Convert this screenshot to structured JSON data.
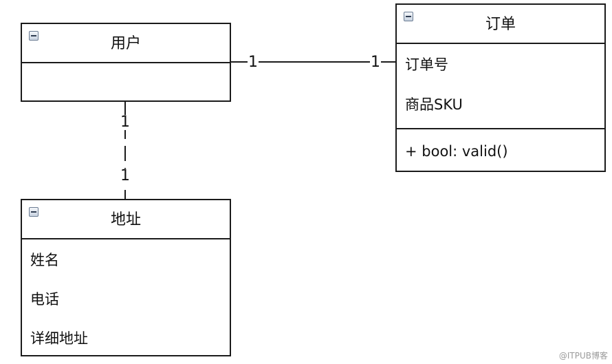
{
  "classes": {
    "user": {
      "name": "用户",
      "attributes": []
    },
    "order": {
      "name": "订单",
      "attributes": [
        "订单号",
        "商品SKU"
      ],
      "operations": [
        "+ bool: valid()"
      ]
    },
    "address": {
      "name": "地址",
      "attributes": [
        "姓名",
        "电话",
        "详细地址"
      ]
    }
  },
  "associations": {
    "user_order": {
      "user_end": "1",
      "order_end": "1"
    },
    "user_address": {
      "user_end": "1",
      "address_end": "1"
    }
  },
  "watermark": "@ITPUB博客",
  "colors": {
    "line": "#1a1a1a",
    "toggle": "#6b7c93",
    "watermark": "#9a9a9a"
  }
}
